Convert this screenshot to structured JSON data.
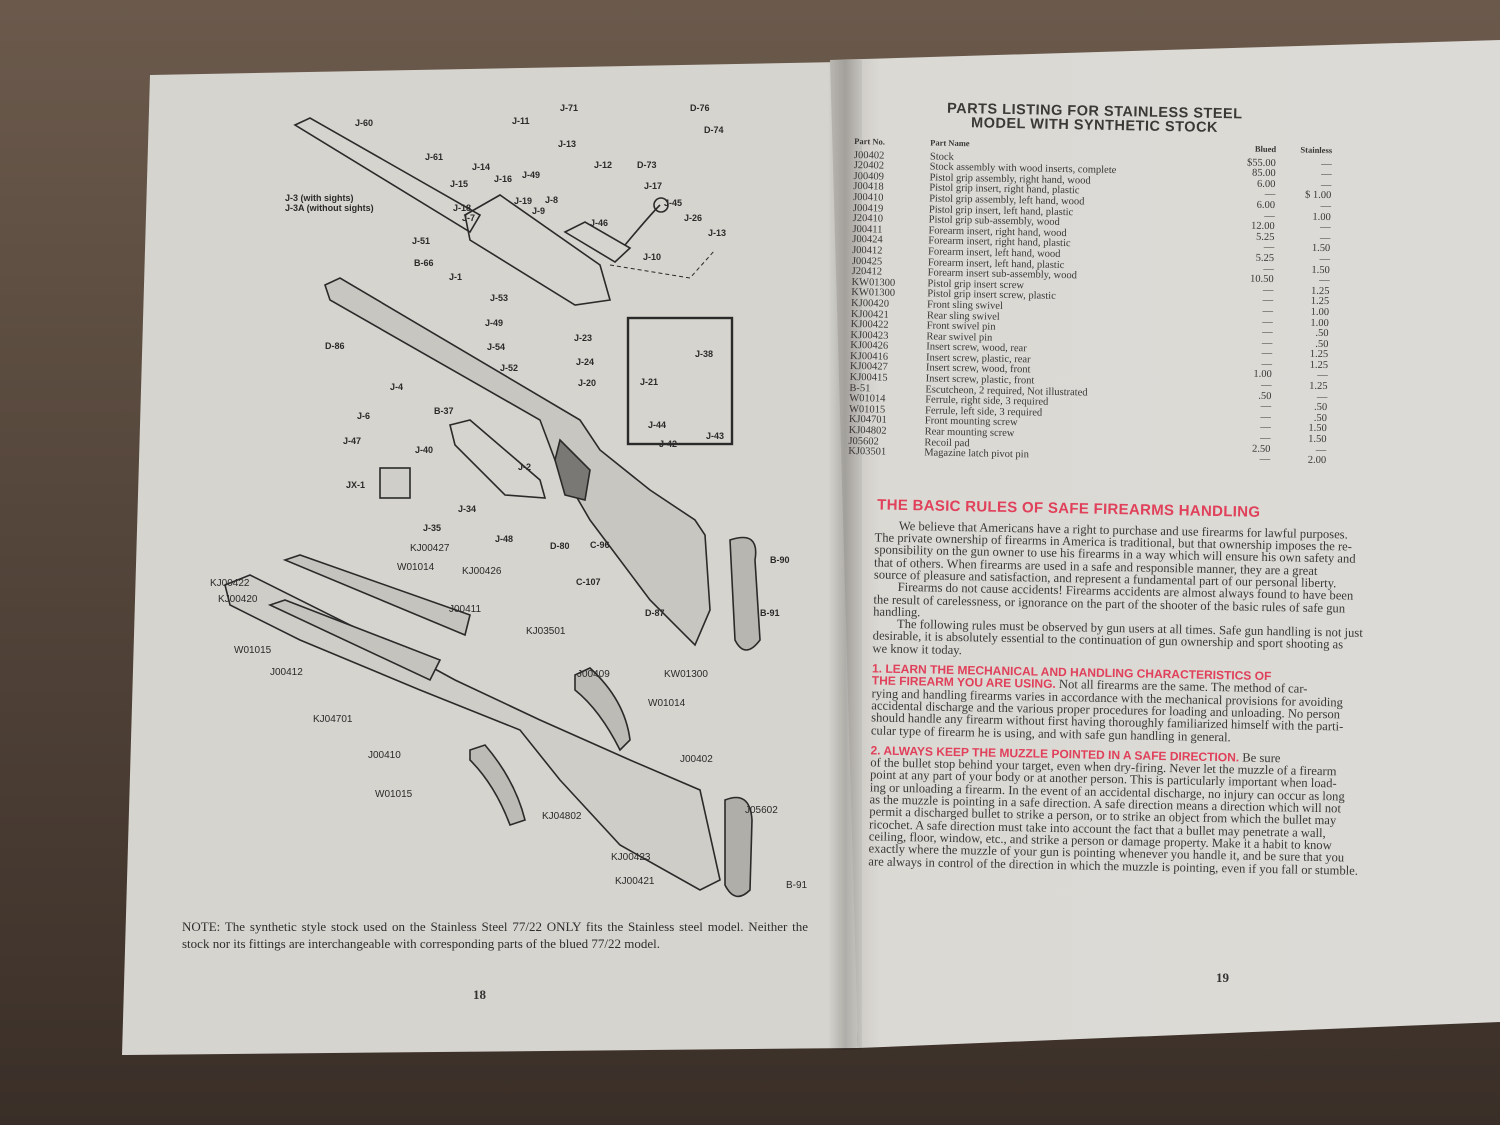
{
  "left_page": {
    "diagram_labels": [
      "J-60",
      "J-61",
      "J-3 (with sights)",
      "J-3A (without sights)",
      "J-71",
      "D-76",
      "D-74",
      "J-11",
      "J-13",
      "J-12",
      "D-73",
      "J-14",
      "J-16",
      "J-49",
      "J-15",
      "J-17",
      "J-19",
      "J-8",
      "J-18",
      "J-9",
      "J-45",
      "J-7",
      "J-46",
      "J-26",
      "J-13",
      "J-51",
      "J-10",
      "B-66",
      "J-1",
      "J-53",
      "J-49",
      "D-86",
      "J-54",
      "J-23",
      "J-38",
      "J-24",
      "J-52",
      "J-21",
      "J-20",
      "J-4",
      "J-6",
      "B-37",
      "J-47",
      "J-40",
      "J-44",
      "J-43",
      "J-42",
      "J-2",
      "JX-1",
      "J-34",
      "J-35",
      "J-48",
      "D-80",
      "C-96",
      "C-107",
      "B-90",
      "B-91",
      "D-87"
    ],
    "stock_labels": [
      "KJ00427",
      "W01014",
      "KJ00426",
      "KJ00422",
      "KJ00420",
      "J00411",
      "KJ03501",
      "W01015",
      "J00412",
      "J00409",
      "KW01300",
      "W01014",
      "KJ04701",
      "J00410",
      "J00402",
      "W01015",
      "KJ04802",
      "J05602",
      "KJ00423",
      "KJ00421",
      "B-91"
    ],
    "note": "NOTE: The synthetic style stock used on the Stainless Steel 77/22 ONLY fits the Stainless steel model. Neither the stock nor its fittings are interchangeable with corresponding parts of the blued 77/22 model.",
    "page_number": "18"
  },
  "right_page": {
    "title_line1": "PARTS LISTING FOR STAINLESS STEEL",
    "title_line2": "MODEL WITH SYNTHETIC STOCK",
    "columns": {
      "part_no": "Part No.",
      "part_name": "Part Name",
      "blued": "Blued",
      "stainless": "Stainless"
    },
    "parts": [
      {
        "no": "J00402",
        "name": "Stock",
        "blued": "$55.00",
        "stainless": "—"
      },
      {
        "no": "J20402",
        "name": "Stock assembly with wood inserts, complete",
        "blued": "85.00",
        "stainless": "—"
      },
      {
        "no": "J00409",
        "name": "Pistol grip assembly, right hand, wood",
        "blued": "6.00",
        "stainless": "—"
      },
      {
        "no": "J00418",
        "name": "Pistol grip insert, right hand, plastic",
        "blued": "—",
        "stainless": "$ 1.00"
      },
      {
        "no": "J00410",
        "name": "Pistol grip assembly, left hand, wood",
        "blued": "6.00",
        "stainless": "—"
      },
      {
        "no": "J00419",
        "name": "Pistol grip insert, left hand, plastic",
        "blued": "—",
        "stainless": "1.00"
      },
      {
        "no": "J20410",
        "name": "Pistol grip sub-assembly, wood",
        "blued": "12.00",
        "stainless": "—"
      },
      {
        "no": "J00411",
        "name": "Forearm insert, right hand, wood",
        "blued": "5.25",
        "stainless": "—"
      },
      {
        "no": "J00424",
        "name": "Forearm insert, right hand, plastic",
        "blued": "—",
        "stainless": "1.50"
      },
      {
        "no": "J00412",
        "name": "Forearm insert, left hand, wood",
        "blued": "5.25",
        "stainless": "—"
      },
      {
        "no": "J00425",
        "name": "Forearm insert, left hand, plastic",
        "blued": "—",
        "stainless": "1.50"
      },
      {
        "no": "J20412",
        "name": "Forearm insert sub-assembly, wood",
        "blued": "10.50",
        "stainless": "—"
      },
      {
        "no": "KW01300",
        "name": "Pistol grip insert screw",
        "blued": "—",
        "stainless": "1.25"
      },
      {
        "no": "KW01300",
        "name": "Pistol grip insert screw, plastic",
        "blued": "—",
        "stainless": "1.25"
      },
      {
        "no": "KJ00420",
        "name": "Front sling swivel",
        "blued": "—",
        "stainless": "1.00"
      },
      {
        "no": "KJ00421",
        "name": "Rear sling swivel",
        "blued": "—",
        "stainless": "1.00"
      },
      {
        "no": "KJ00422",
        "name": "Front swivel pin",
        "blued": "—",
        "stainless": ".50"
      },
      {
        "no": "KJ00423",
        "name": "Rear swivel pin",
        "blued": "—",
        "stainless": ".50"
      },
      {
        "no": "KJ00426",
        "name": "Insert screw, wood, rear",
        "blued": "—",
        "stainless": "1.25"
      },
      {
        "no": "KJ00416",
        "name": "Insert screw, plastic, rear",
        "blued": "—",
        "stainless": "1.25"
      },
      {
        "no": "KJ00427",
        "name": "Insert screw, wood, front",
        "blued": "1.00",
        "stainless": "—"
      },
      {
        "no": "KJ00415",
        "name": "Insert screw, plastic, front",
        "blued": "—",
        "stainless": "1.25"
      },
      {
        "no": "B-51",
        "name": "Escutcheon, 2 required, Not illustrated",
        "blued": ".50",
        "stainless": "—"
      },
      {
        "no": "W01014",
        "name": "Ferrule, right side, 3 required",
        "blued": "—",
        "stainless": ".50"
      },
      {
        "no": "W01015",
        "name": "Ferrule, left side, 3 required",
        "blued": "—",
        "stainless": ".50"
      },
      {
        "no": "KJ04701",
        "name": "Front mounting screw",
        "blued": "—",
        "stainless": "1.50"
      },
      {
        "no": "KJ04802",
        "name": "Rear mounting screw",
        "blued": "—",
        "stainless": "1.50"
      },
      {
        "no": "J05602",
        "name": "Recoil pad",
        "blued": "2.50",
        "stainless": "—"
      },
      {
        "no": "KJ03501",
        "name": "Magazine latch pivot pin",
        "blued": "—",
        "stainless": "2.00"
      }
    ],
    "rules_heading": "THE BASIC RULES OF SAFE FIREARMS HANDLING",
    "intro_lines": [
      "We believe that Americans have a right to purchase and use firearms for lawful purposes.",
      "The private ownership of firearms in America is traditional, but that ownership imposes the re-",
      "sponsibility on the gun owner to use his firearms in a way which will ensure his own safety and",
      "that of others. When firearms are used in a safe and responsible manner, they are a great",
      "source of pleasure and satisfaction, and represent a fundamental part of our personal liberty.",
      "Firearms do not cause accidents! Firearms accidents are almost always found to have been",
      "the result of carelessness, or ignorance on the part of the shooter of the basic rules of safe gun",
      "handling.",
      "The following rules must be observed by gun users at all times. Safe gun handling is not just",
      "desirable, it is absolutely essential to the continuation of gun ownership and sport shooting as",
      "we know it today."
    ],
    "rule1_heading_line1": "1. LEARN THE MECHANICAL AND HANDLING CHARACTERISTICS OF",
    "rule1_heading_line2": "THE FIREARM YOU ARE USING.",
    "rule1_lines": [
      "Not all firearms are the same. The method of car-",
      "rying and handling firearms varies in accordance with the mechanical provisions for avoiding",
      "accidental discharge and the various proper procedures for loading and unloading. No person",
      "should handle any firearm without first having thoroughly familiarized himself with the parti-",
      "cular type of firearm he is using, and with safe gun handling in general."
    ],
    "rule2_heading": "2. ALWAYS KEEP THE MUZZLE POINTED IN A SAFE DIRECTION.",
    "rule2_lines": [
      "Be sure",
      "of the bullet stop behind your target, even when dry-firing. Never let the muzzle of a firearm",
      "point at any part of your body or at another person. This is particularly important when load-",
      "ing or unloading a firearm. In the event of an accidental discharge, no injury can occur as long",
      "as the muzzle is pointing in a safe direction. A safe direction means a direction which will not",
      "permit a discharged bullet to strike a person, or to strike an object from which the bullet may",
      "ricochet. A safe direction must take into account the fact that a bullet may penetrate a wall,",
      "ceiling, floor, window, etc., and strike a person or damage property. Make it a habit to know",
      "exactly where the muzzle of your gun is pointing whenever you handle it, and be sure that you",
      "are always in control of the direction in which the muzzle is pointing, even if you fall or stumble."
    ],
    "page_number": "19"
  },
  "colors": {
    "heading_red": "#e0405a",
    "ink": "#3a3836",
    "paper": "#dcdad6"
  }
}
